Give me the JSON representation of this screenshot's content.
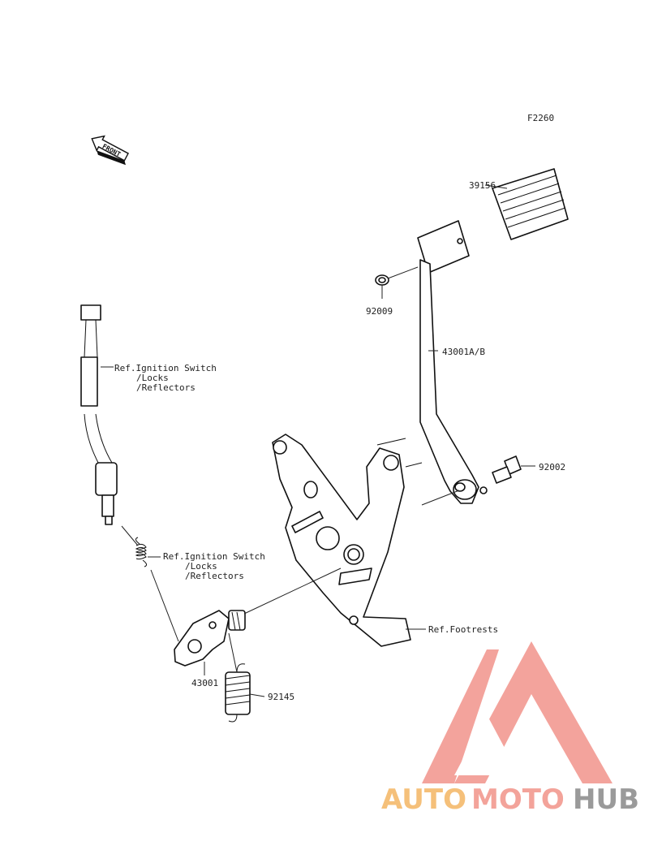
{
  "figure_code": "F2260",
  "front_arrow_text": "FRONT",
  "labels": {
    "pedal_rubber": "39156",
    "washer": "92009",
    "brake_pedal": "43001A/B",
    "bolt": "92002",
    "switch_ref_1": "Ref.Ignition Switch",
    "switch_ref_2": "/Locks",
    "switch_ref_3": "/Reflectors",
    "spring_ref_1": "Ref.Ignition Switch",
    "spring_ref_2": "/Locks",
    "spring_ref_3": "/Reflectors",
    "footrests_ref": "Ref.Footrests",
    "lever": "43001",
    "spring": "92145"
  },
  "watermark": {
    "part_1": "AUTO",
    "part_2": "MOTO",
    "part_3": "HUB",
    "colors": {
      "auto": "#f5c07a",
      "moto": "#f3a39a",
      "hub": "#9a9a9a",
      "logo": "#f29a92"
    }
  }
}
